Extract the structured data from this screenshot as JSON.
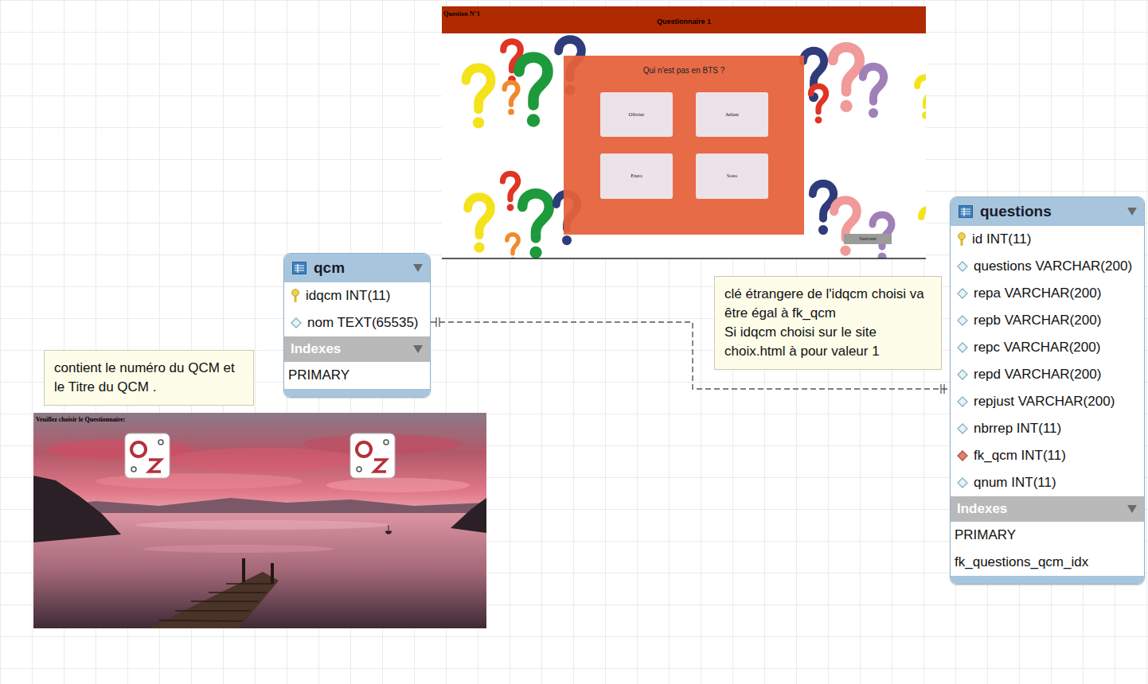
{
  "diagram": {
    "nodes": [
      {
        "text": [
          "Question N°1",
          "Questionnaire 1"
        ]
      },
      {
        "text": [
          "Qui n'est pas en BTS ?"
        ]
      },
      {
        "text": [
          "Olivier"
        ],
        "in": 1
      },
      {
        "text": [
          "Julien"
        ],
        "in": 1
      },
      {
        "text": [
          "Enzo"
        ],
        "in": 1
      },
      {
        "text": [
          "Soso"
        ],
        "in": 1
      },
      {
        "text": [
          "Suivant"
        ]
      },
      {
        "text": [
          "qcm",
          "idqcm INT(11)",
          "nom TEXT(65535)",
          "Indexes",
          "PRIMARY"
        ]
      },
      {
        "text": [
          "questions",
          "id INT(11)",
          "questions VARCHAR(200)",
          "repa VARCHAR(200)",
          "repb VARCHAR(200)",
          "repc VARCHAR(200)",
          "repd VARCHAR(200)",
          "repjust VARCHAR(200)",
          "nbrrep INT(11)",
          "fk_qcm INT(11)",
          "qnum INT(11)",
          "Indexes",
          "PRIMARY",
          "fk_questions_qcm_idx"
        ]
      },
      {
        "text": [
          "clé étrangere de l'idqcm choisi va être égal à fk_qcm",
          "Si idqcm choisi sur le site choix.html à pour valeur 1"
        ]
      },
      {
        "text": [
          "contient le numéro du QCM et le Titre du QCM ."
        ]
      }
    ],
    "edges": [
      {
        "from": 7,
        "to": 8,
        "arrow": "none"
      }
    ],
    "labels": [
      "Veuillez choisir le Questionnaire:"
    ]
  }
}
